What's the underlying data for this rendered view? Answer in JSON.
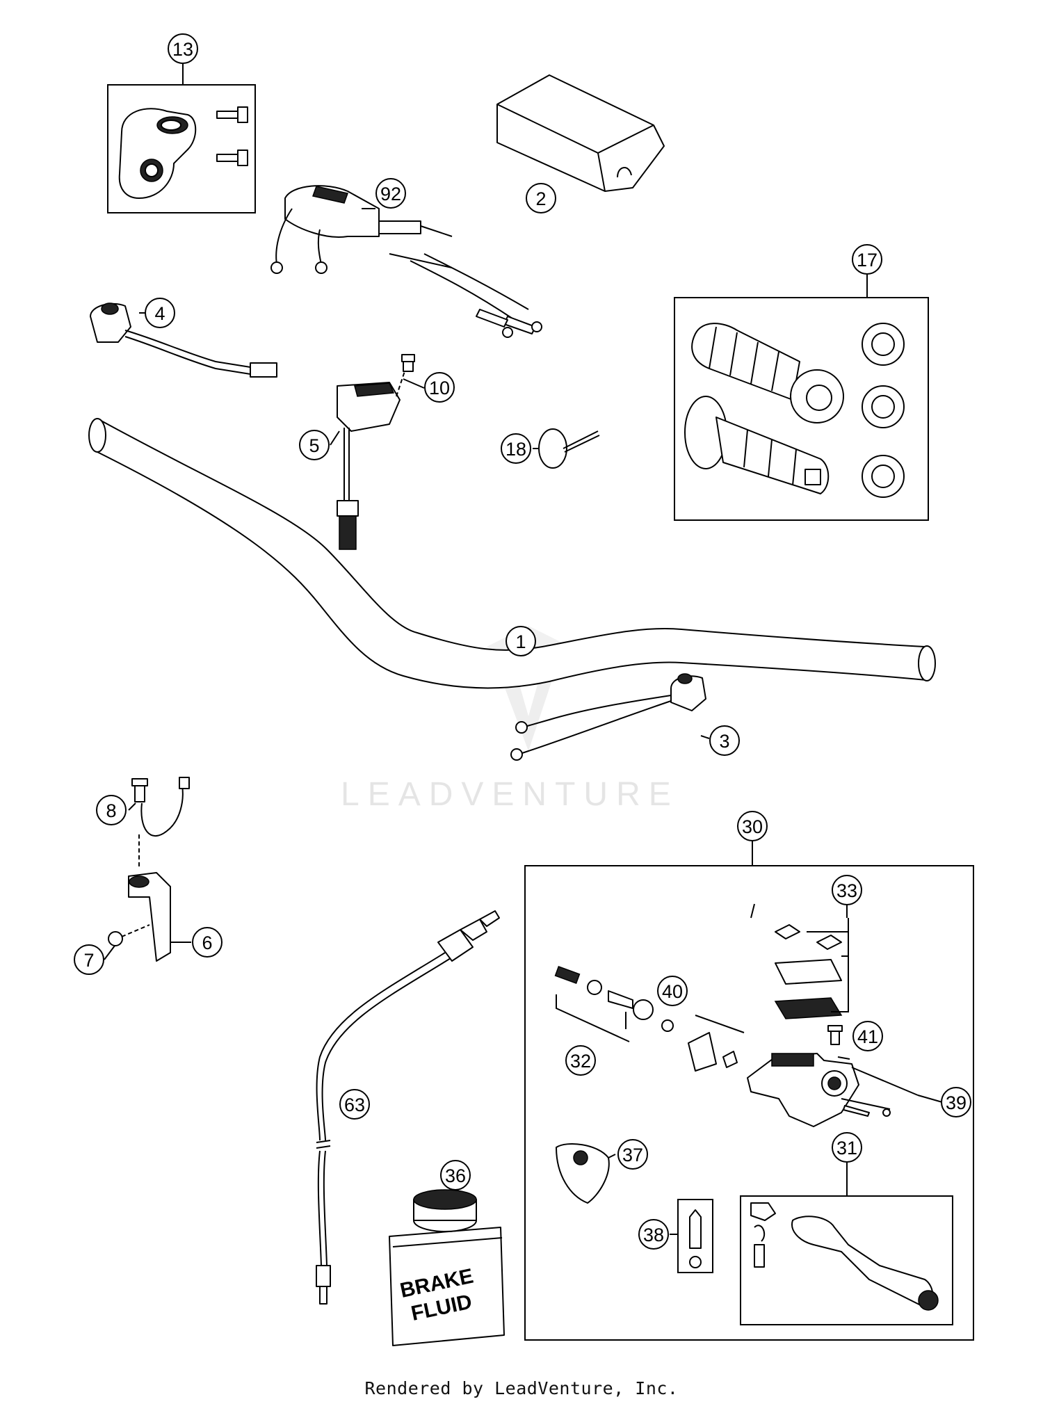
{
  "callouts": {
    "c1": "1",
    "c2": "2",
    "c3": "3",
    "c4": "4",
    "c5": "5",
    "c6": "6",
    "c7": "7",
    "c8": "8",
    "c10": "10",
    "c13": "13",
    "c17": "17",
    "c18": "18",
    "c30": "30",
    "c31": "31",
    "c32": "32",
    "c33": "33",
    "c36": "36",
    "c37": "37",
    "c38": "38",
    "c39": "39",
    "c40": "40",
    "c41": "41",
    "c63": "63",
    "c92": "92"
  },
  "watermark": "LEADVENTURE",
  "can_label": {
    "line1": "BRAKE",
    "line2": "FLUID"
  },
  "footer": "Rendered by LeadVenture, Inc.",
  "colors": {
    "ink": "#000000",
    "watermark": "#e5e5e5",
    "background": "#ffffff"
  }
}
